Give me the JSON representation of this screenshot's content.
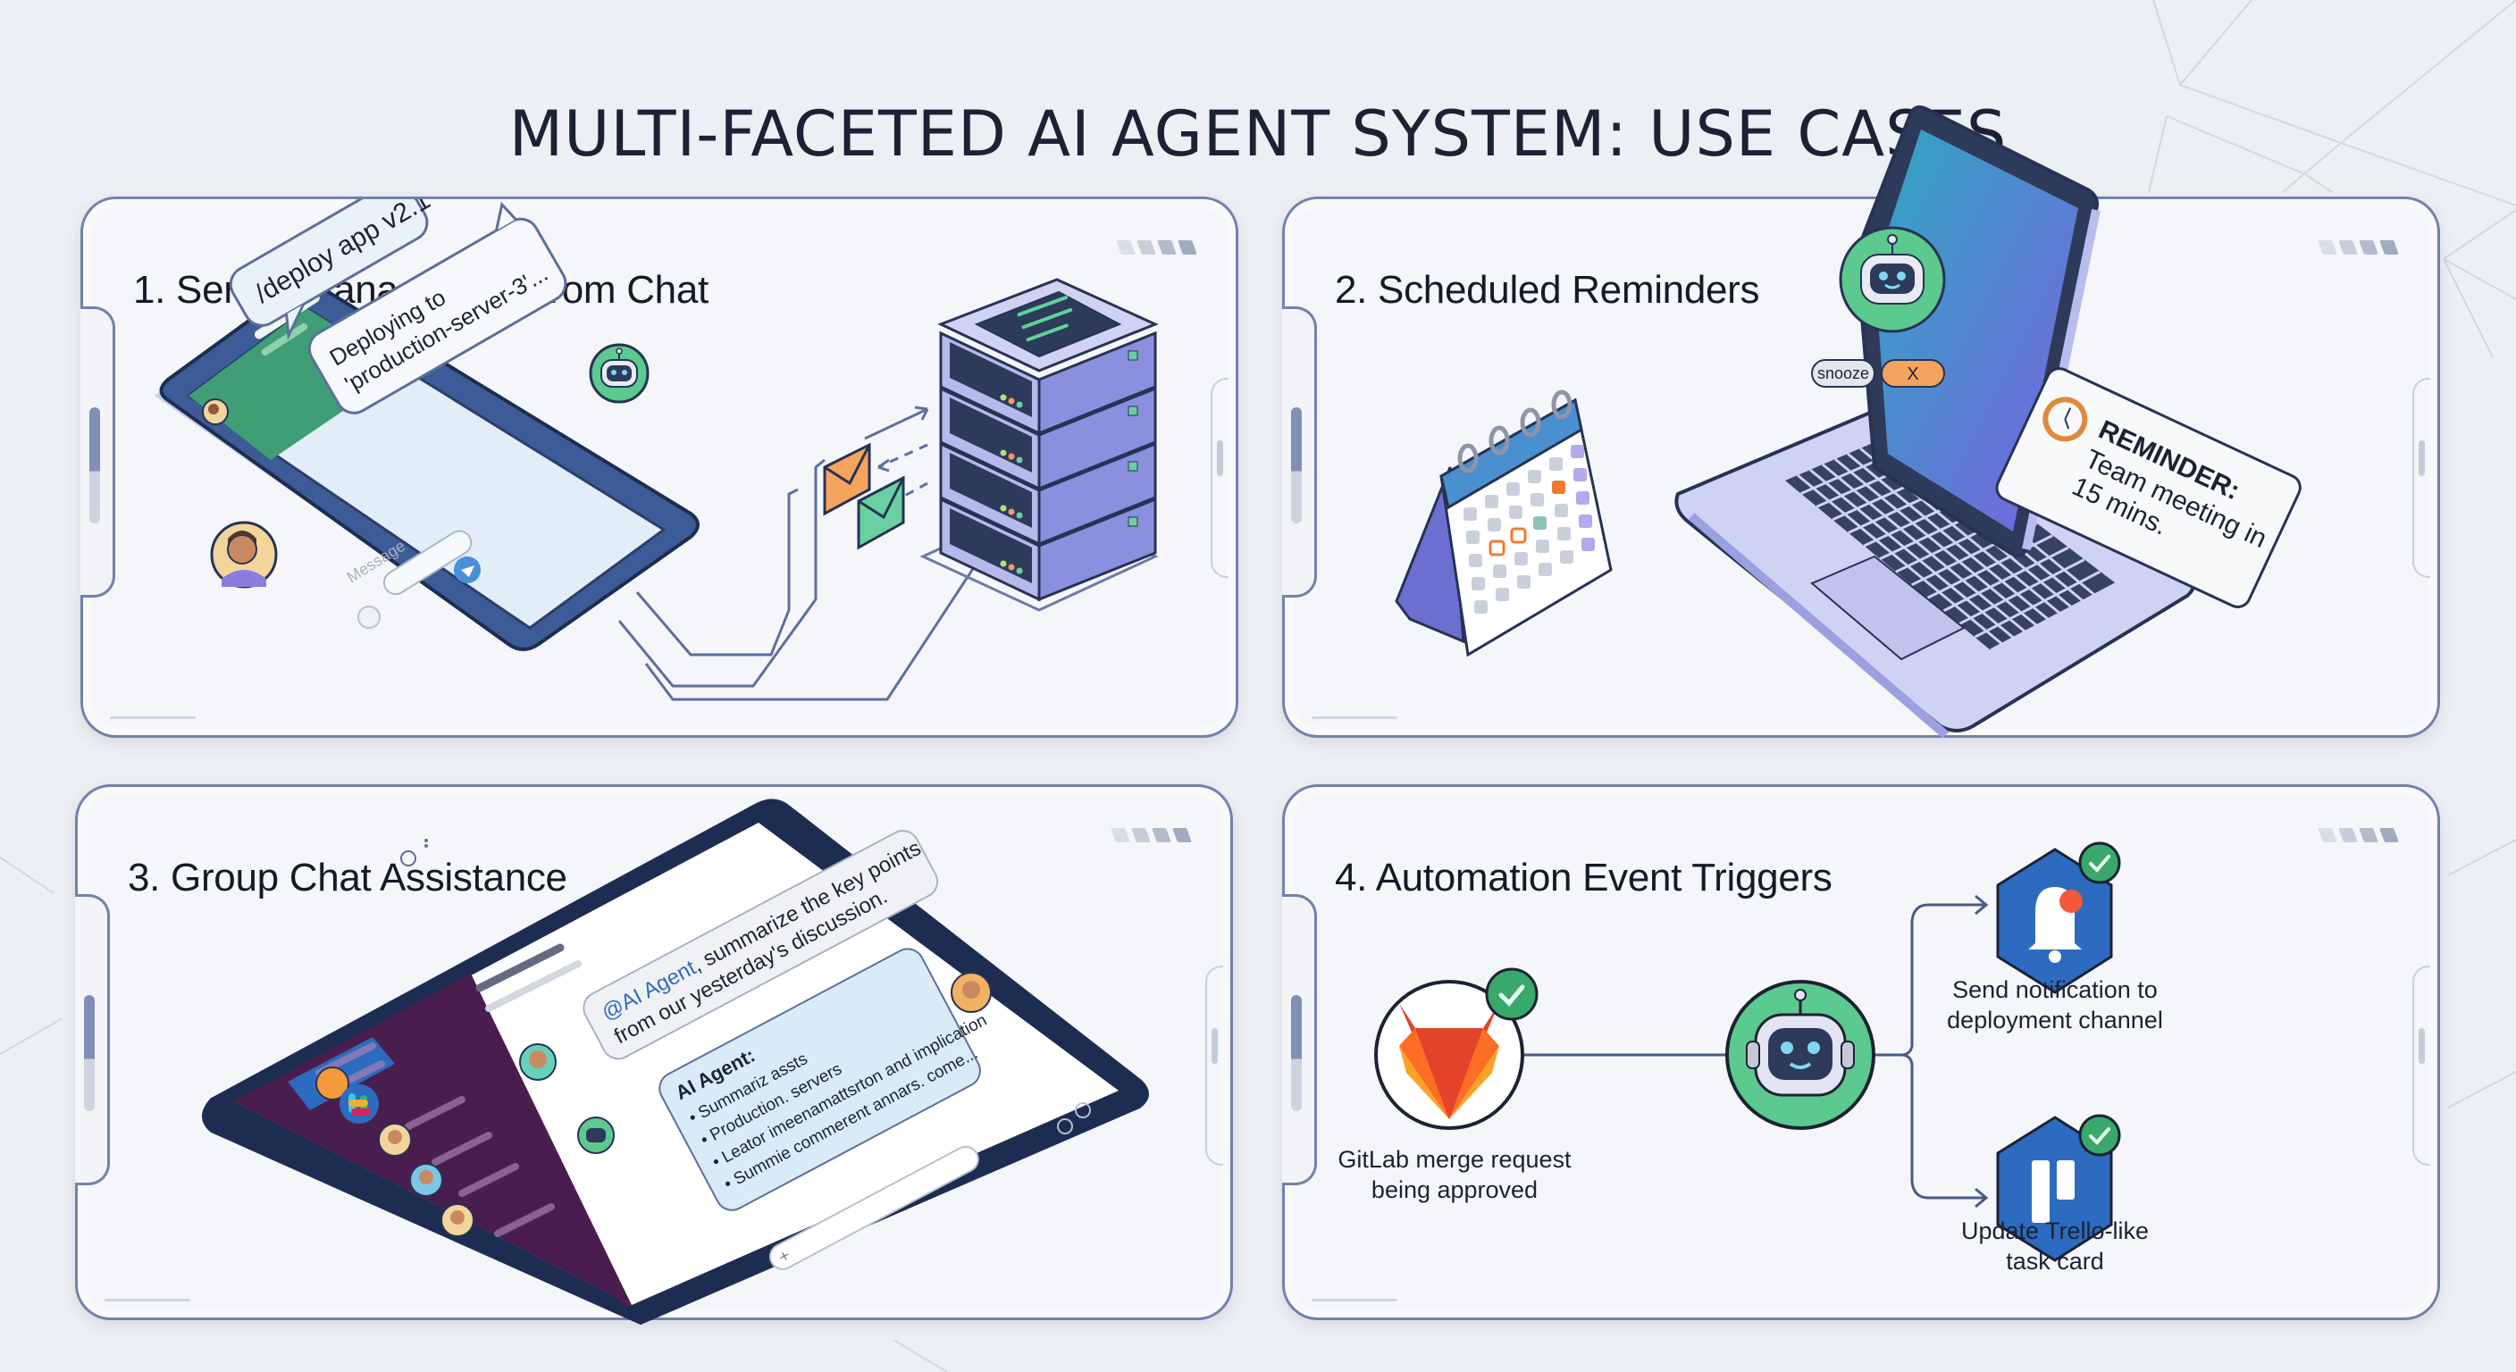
{
  "title": "MULTI-FACETED AI AGENT SYSTEM: USE CASES",
  "colors": {
    "background": "#eceff3",
    "panel_border": "#7082ab",
    "title_text": "#1b2235",
    "bot_green": "#5cc98f",
    "accent_orange": "#f4a45f",
    "phone_frame": "#3d5b96",
    "server_purple": "#8a8fde",
    "slack_purple": "#4a1d4f",
    "trello_blue": "#2c6bbf",
    "check_green": "#3aa86b"
  },
  "panels": [
    {
      "id": "server-management",
      "title": "1. Server Management from Chat",
      "scroll_fraction": 0.55,
      "chat": {
        "user_command": "/deploy app v2.1",
        "bot_reply_line1": "Deploying to",
        "bot_reply_line2": "'production-server-3'...",
        "input_placeholder": "Message"
      },
      "icons": [
        "user-avatar-icon",
        "bot-avatar-icon",
        "send-icon",
        "mic-icon",
        "server-rack-icon",
        "envelope-orange-icon",
        "envelope-green-icon"
      ]
    },
    {
      "id": "scheduled-reminders",
      "title": "2. Scheduled Reminders",
      "scroll_fraction": 0.55,
      "reminder": {
        "heading": "REMINDER:",
        "line1": "Team meeting in",
        "line2": "15 mins."
      },
      "buttons": {
        "snooze": "snooze",
        "dismiss": "X"
      },
      "icons": [
        "calendar-icon",
        "bot-avatar-icon",
        "alarm-clock-icon",
        "laptop-icon"
      ]
    },
    {
      "id": "group-chat",
      "title": "3. Group Chat Assistance",
      "scroll_fraction": 0.55,
      "user_message": {
        "mention": "@AI Agent",
        "line1_rest": ", summarize the key points",
        "line2": "from our yesterday's discussion."
      },
      "agent_reply": {
        "label": "AI Agent:",
        "bullets": [
          "Summariz assts",
          "Production. servers",
          "Leator imeenamattsrton and implication",
          "Summie commerent annars. come..."
        ]
      },
      "icons": [
        "slack-logo-icon",
        "workspace-icon",
        "user-avatar-icon",
        "bot-avatar-icon",
        "info-icon",
        "more-icon",
        "add-icon",
        "emoji-icon",
        "mic-icon"
      ]
    },
    {
      "id": "automation-triggers",
      "title": "4. Automation Event Triggers",
      "scroll_fraction": 0.55,
      "trigger": {
        "label_line1": "GitLab merge request",
        "label_line2": "being approved"
      },
      "actions": [
        {
          "label_line1": "Send notification to",
          "label_line2": "deployment channel",
          "icon": "bell-icon"
        },
        {
          "label_line1": "Update Trello-like",
          "label_line2": "task card",
          "icon": "trello-icon"
        }
      ],
      "icons": [
        "gitlab-icon",
        "bot-avatar-icon",
        "check-icon",
        "bell-icon",
        "trello-icon"
      ]
    }
  ]
}
